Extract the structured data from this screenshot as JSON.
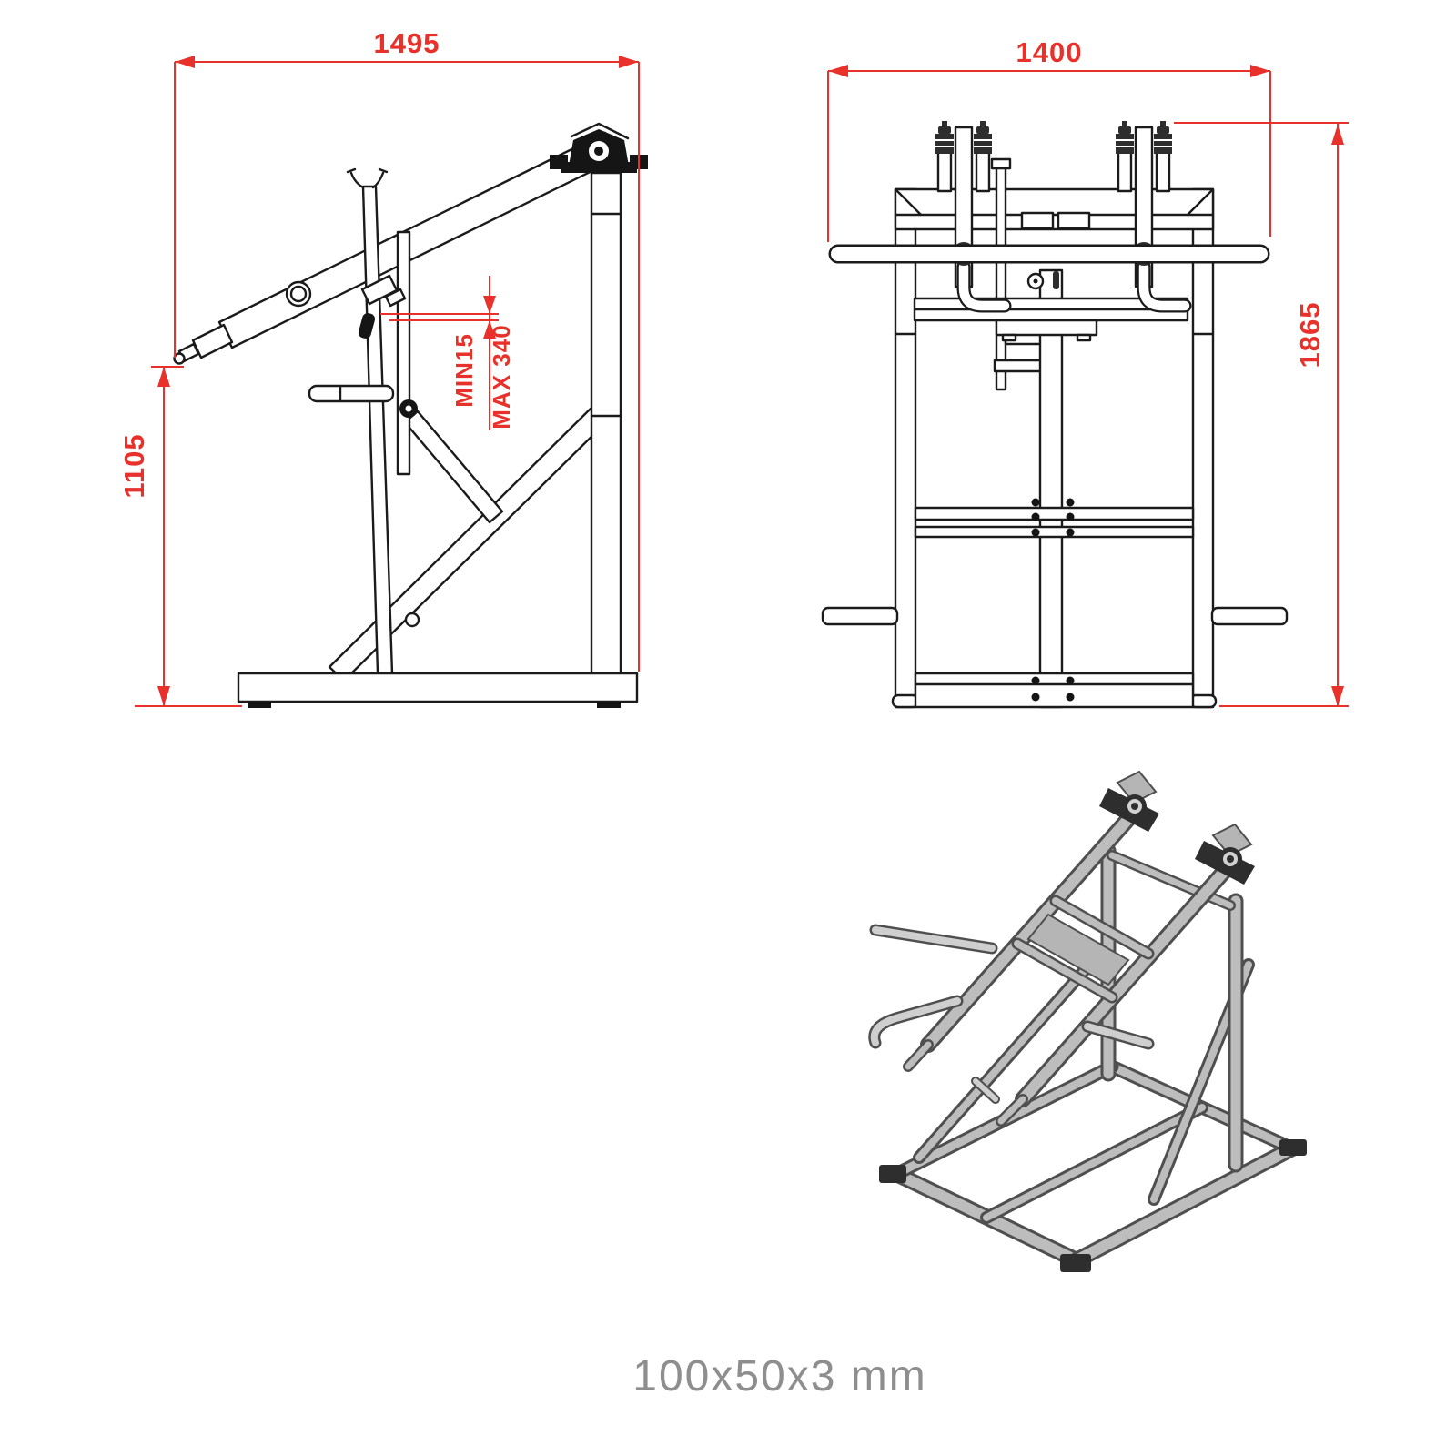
{
  "page": {
    "background": "#ffffff"
  },
  "colors": {
    "dimension_red": "#e8312a",
    "drawing_black": "#1b1b1b",
    "caption_gray": "#8e8e8e",
    "iso_light": "#bdbdbd",
    "iso_mid": "#b5b5b5",
    "iso_outline": "#4f4f4f"
  },
  "views": {
    "side": {
      "width_label": "1495",
      "height_label": "1105",
      "travel_min_label": "MIN15",
      "travel_max_label": "MAX 340"
    },
    "front": {
      "width_label": "1400",
      "height_label": "1865"
    }
  },
  "caption": {
    "tube_size": "100x50x3 mm"
  }
}
